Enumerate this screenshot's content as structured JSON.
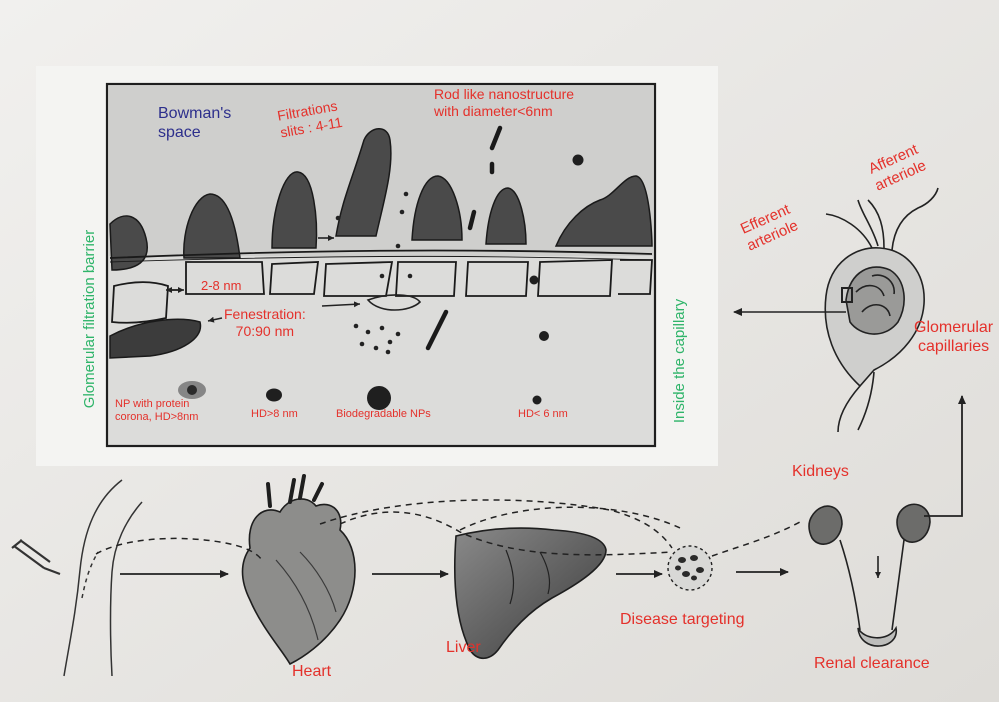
{
  "inset": {
    "bowmans_space": "Bowman's\nspace",
    "filtration_slits": "Filtrations\nslits : 4-11",
    "rod_nanostructure": "Rod like nanostructure\nwith diameter<6nm",
    "gap_label": "2-8 nm",
    "fenestration": "Fenestration:\n70:90 nm",
    "np_protein_corona": "NP with protein\ncorona, HD>8nm",
    "hd_gt_8": "HD>8 nm",
    "biodegradable": "Biodegradable NPs",
    "hd_lt_6": "HD< 6 nm",
    "side_left": "Glomerular filtration barrier",
    "side_right": "Inside the capillary"
  },
  "glomerulus": {
    "efferent": "Efferent\narteriole",
    "afferent": "Afferent\narteriole",
    "capillaries": "Glomerular\ncapillaries"
  },
  "route": {
    "kidneys": "Kidneys",
    "disease_targeting": "Disease targeting",
    "renal_clearance": "Renal clearance",
    "liver": "Liver",
    "heart": "Heart"
  },
  "colors": {
    "label_red": "#e4312b",
    "label_blue": "#2d2f8c",
    "label_green": "#2fb46a",
    "pencil": "#2a2a2a"
  }
}
